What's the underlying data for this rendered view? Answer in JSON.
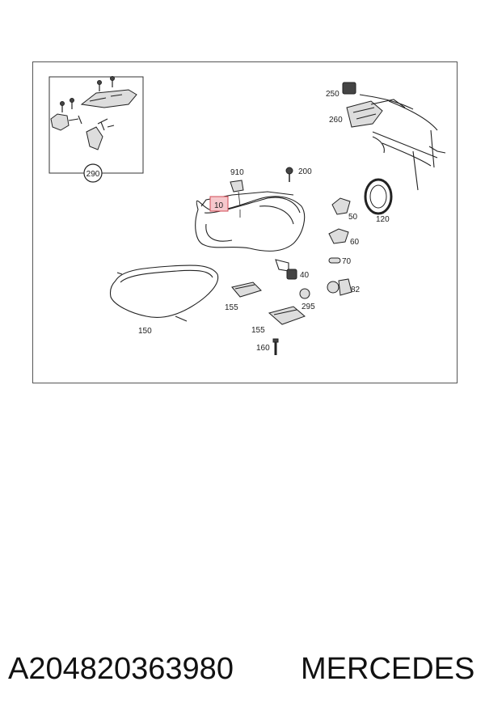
{
  "diagram": {
    "callouts": {
      "c10": "10",
      "c40": "40",
      "c50": "50",
      "c60": "60",
      "c70": "70",
      "c82": "82",
      "c120": "120",
      "c150": "150",
      "c155a": "155",
      "c155b": "155",
      "c160": "160",
      "c200": "200",
      "c250": "250",
      "c260": "260",
      "c290": "290",
      "c295": "295",
      "c910": "910"
    },
    "highlight_color": "#f6c8cc"
  },
  "footer": {
    "part_number": "A204820363980",
    "brand": "MERCEDES"
  }
}
